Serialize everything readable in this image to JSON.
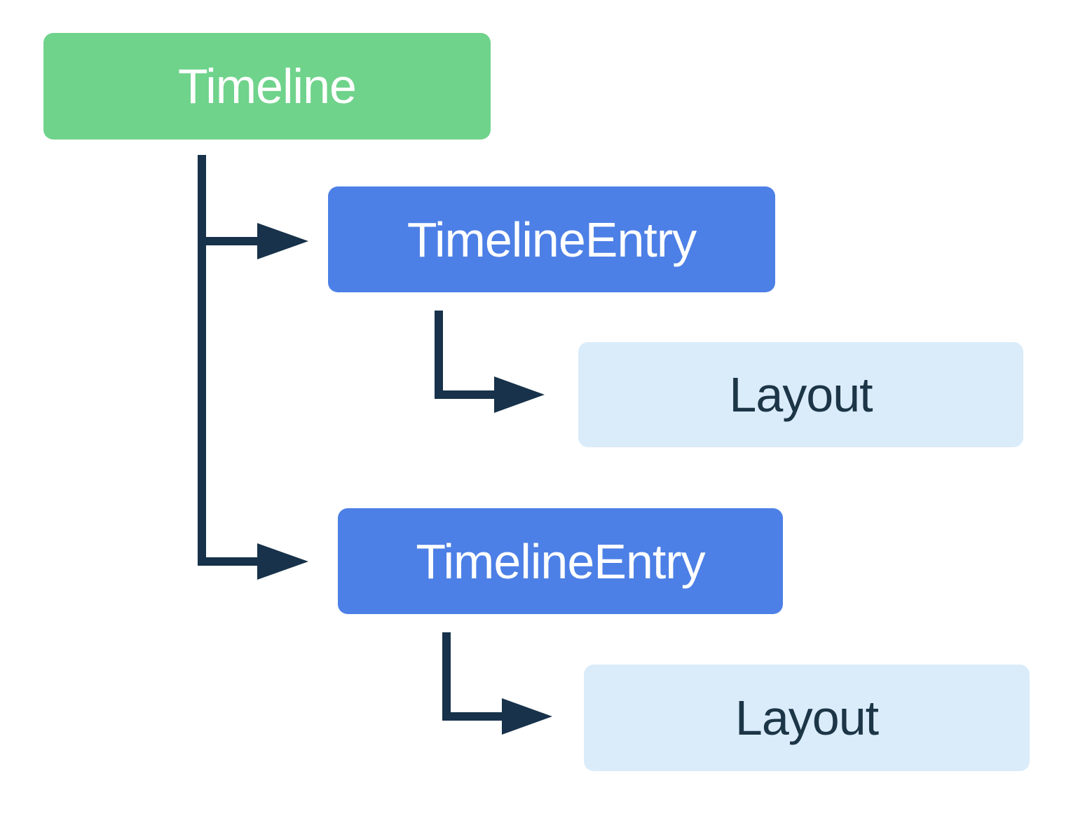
{
  "diagram": {
    "background": "#ffffff",
    "colors": {
      "root-fill": "#6FD38B",
      "entry-fill": "#4D80E6",
      "layout-fill": "#DAECFA",
      "connector": "#17324A",
      "root-text": "#ffffff",
      "entry-text": "#ffffff",
      "layout-text": "#1C3547"
    },
    "root": {
      "label": "Timeline",
      "children": [
        {
          "label": "TimelineEntry",
          "children": [
            {
              "label": "Layout"
            }
          ]
        },
        {
          "label": "TimelineEntry",
          "children": [
            {
              "label": "Layout"
            }
          ]
        }
      ]
    }
  }
}
